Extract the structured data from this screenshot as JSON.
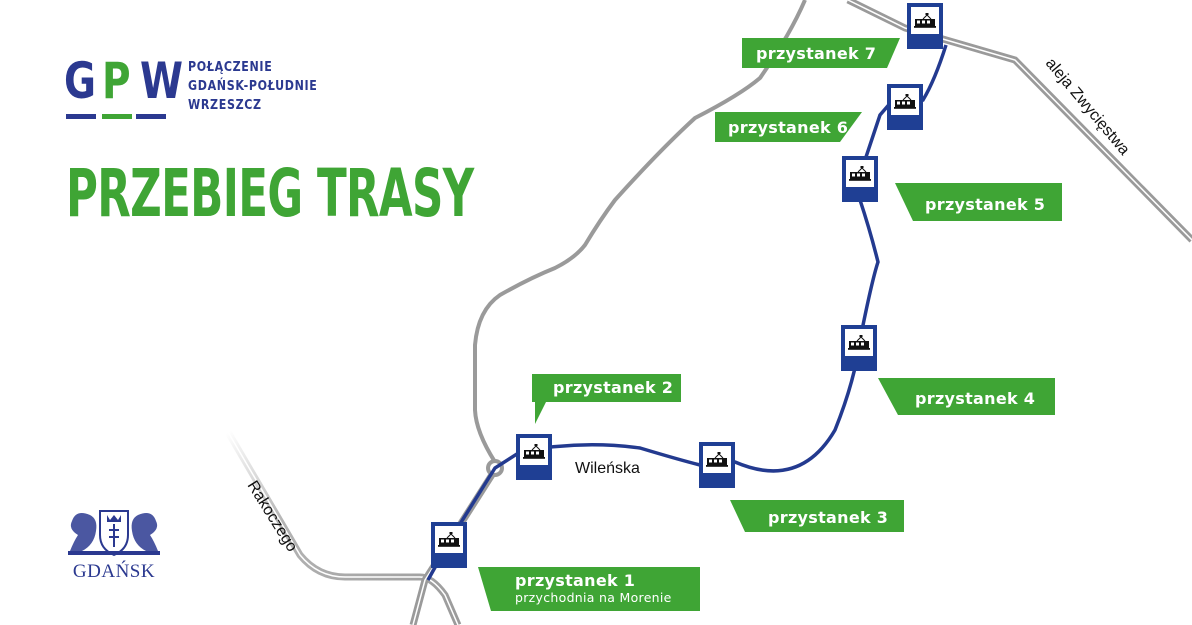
{
  "logo": {
    "letters": [
      "G",
      "P",
      "W"
    ],
    "letter_colors": [
      "#2b3990",
      "#3fa535",
      "#2b3990"
    ],
    "lines": [
      "POŁĄCZENIE",
      "GDAŃSK-POŁUDNIE",
      "WRZESZCZ"
    ]
  },
  "title": "PRZEBIEG TRASY",
  "city_logo": {
    "text": "GDAŃSK",
    "icon": "gdansk-coat-of-arms-icon"
  },
  "colors": {
    "route": "#233a8f",
    "label_bg": "#3fa535",
    "road": "#9a9a9a",
    "stop_sign": "#1f3f94"
  },
  "streets": [
    {
      "name": "Wileńska"
    },
    {
      "name": "Rakoczego"
    },
    {
      "name": "aleja Zwycięstwa"
    }
  ],
  "stops": [
    {
      "label": "przystanek 1",
      "sublabel": "przychodnia na Morenie",
      "icon": "tram-stop-icon"
    },
    {
      "label": "przystanek 2",
      "icon": "tram-stop-icon"
    },
    {
      "label": "przystanek 3",
      "icon": "tram-stop-icon"
    },
    {
      "label": "przystanek 4",
      "icon": "tram-stop-icon"
    },
    {
      "label": "przystanek 5",
      "icon": "tram-stop-icon"
    },
    {
      "label": "przystanek 6",
      "icon": "tram-stop-icon"
    },
    {
      "label": "przystanek 7",
      "icon": "tram-stop-icon"
    }
  ]
}
